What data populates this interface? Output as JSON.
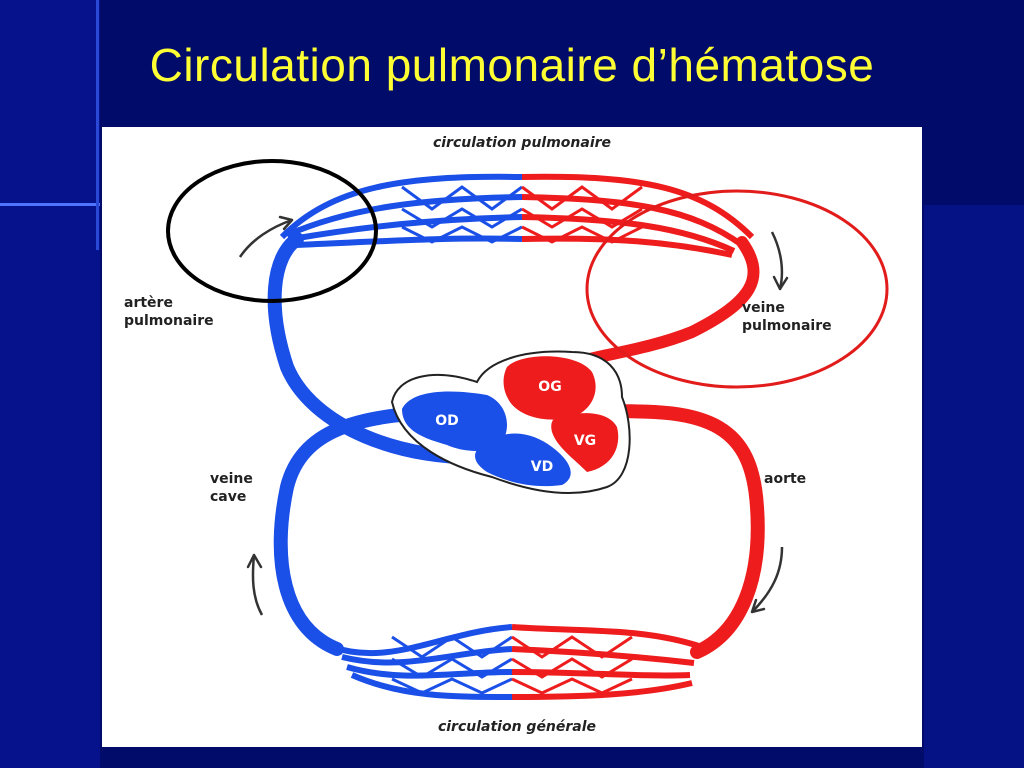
{
  "slide": {
    "title": "Circulation pulmonaire d’hématose",
    "colors": {
      "background": "#000b6a",
      "title": "#ffff33",
      "oxygenated": "#ee1c1c",
      "deoxygenated": "#1a4fe8"
    }
  },
  "diagram": {
    "labels": {
      "top": "circulation pulmonaire",
      "bottom": "circulation générale",
      "pulmonary_artery_1": "artère",
      "pulmonary_artery_2": "pulmonaire",
      "pulmonary_vein_1": "veine",
      "pulmonary_vein_2": "pulmonaire",
      "vena_cava_1": "veine",
      "vena_cava_2": "cave",
      "aorta": "aorte"
    },
    "chambers": {
      "od": "OD",
      "vd": "VD",
      "og": "OG",
      "vg": "VG"
    },
    "highlights": [
      {
        "name": "black-circle",
        "color": "#000000"
      },
      {
        "name": "red-circle",
        "color": "#e21b1b"
      }
    ]
  }
}
